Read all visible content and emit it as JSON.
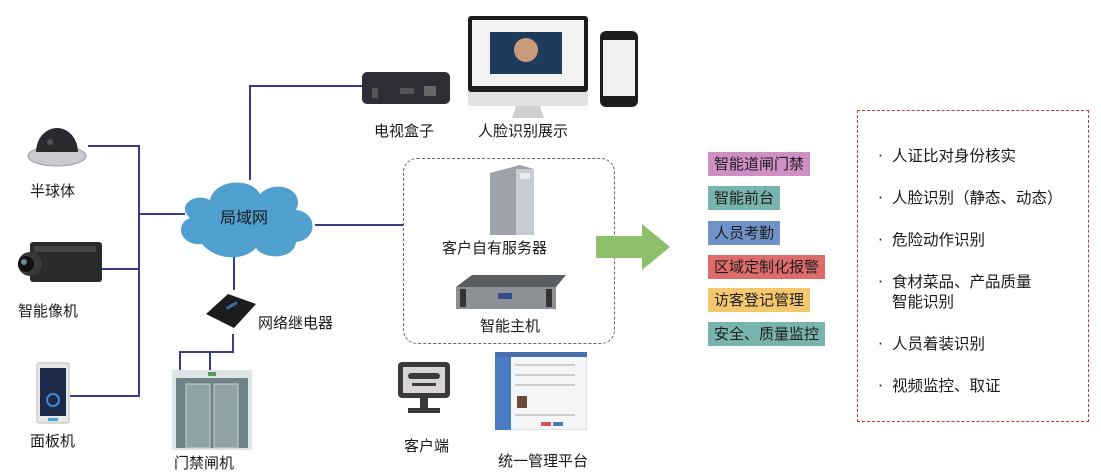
{
  "network": {
    "label": "局域网",
    "cloud_color": "#4f9fcf",
    "wire_color": "#3a3a8c"
  },
  "devices": {
    "dome_camera": "半球体",
    "smart_camera": "智能像机",
    "panel": "面板机",
    "tv_box": "电视盒子",
    "face_display": "人脸识别展示",
    "relay": "网络继电器",
    "gate": "门禁闸机",
    "server": "客户自有服务器",
    "host": "智能主机",
    "client": "客户端",
    "platform": "统一管理平台"
  },
  "arrow_color": "#8cc06a",
  "applications": [
    {
      "label": "智能道闸门禁",
      "color": "#cf8fc4"
    },
    {
      "label": "智能前台",
      "color": "#78b3ad"
    },
    {
      "label": "人员考勤",
      "color": "#6f93c8"
    },
    {
      "label": "区域定制化报警",
      "color": "#df6b6b"
    },
    {
      "label": "访客登记管理",
      "color": "#f5c870"
    },
    {
      "label": "安全、质量监控",
      "color": "#78b3ad"
    }
  ],
  "features": {
    "bullet": "·",
    "items": [
      "人证比对身份核实",
      "人脸识别（静态、动态）",
      "危险动作识别",
      "食材菜品、产品质量",
      "智能识别",
      "人员着装识别",
      "视频监控、取证"
    ],
    "border_color": "#cc3333"
  }
}
